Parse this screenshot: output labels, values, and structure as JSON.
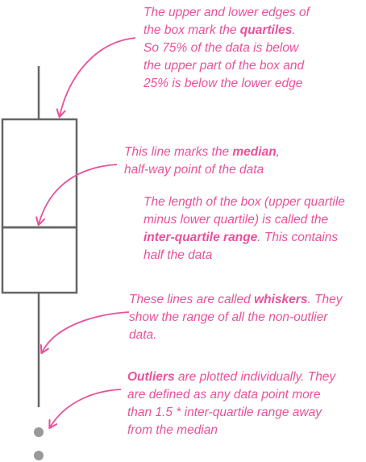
{
  "colors": {
    "annotation": "#e8529a",
    "box_stroke": "#666666",
    "outlier_fill": "#999999",
    "background": "#ffffff"
  },
  "annotations": {
    "quartiles": {
      "lines": [
        [
          "The upper and lower  edges of"
        ],
        [
          "the box mark the ",
          {
            "b": "quartiles"
          },
          "."
        ],
        [
          "So 75% of the data is below"
        ],
        [
          "the upper part of the box and"
        ],
        [
          "25% is below the lower edge"
        ]
      ]
    },
    "median": {
      "lines": [
        [
          "This line marks the ",
          {
            "b": "median"
          },
          ","
        ],
        [
          "half-way point of the data"
        ]
      ]
    },
    "iqr": {
      "lines": [
        [
          "The length of the box (upper quartile"
        ],
        [
          "minus lower quartile) is called the"
        ],
        [
          {
            "b": "inter-quartile range"
          },
          ". This contains"
        ],
        [
          "half the data"
        ]
      ]
    },
    "whiskers": {
      "lines": [
        [
          "These lines are called ",
          {
            "b": "whiskers"
          },
          ". They"
        ],
        [
          "show the range of all the non-outlier"
        ],
        [
          "data."
        ]
      ]
    },
    "outliers": {
      "lines": [
        [
          {
            "b": "Outliers"
          },
          " are plotted individually. They"
        ],
        [
          "are defined as any data point more"
        ],
        [
          "than 1.5 * inter-quartile range away"
        ],
        [
          "from the median"
        ]
      ]
    }
  }
}
